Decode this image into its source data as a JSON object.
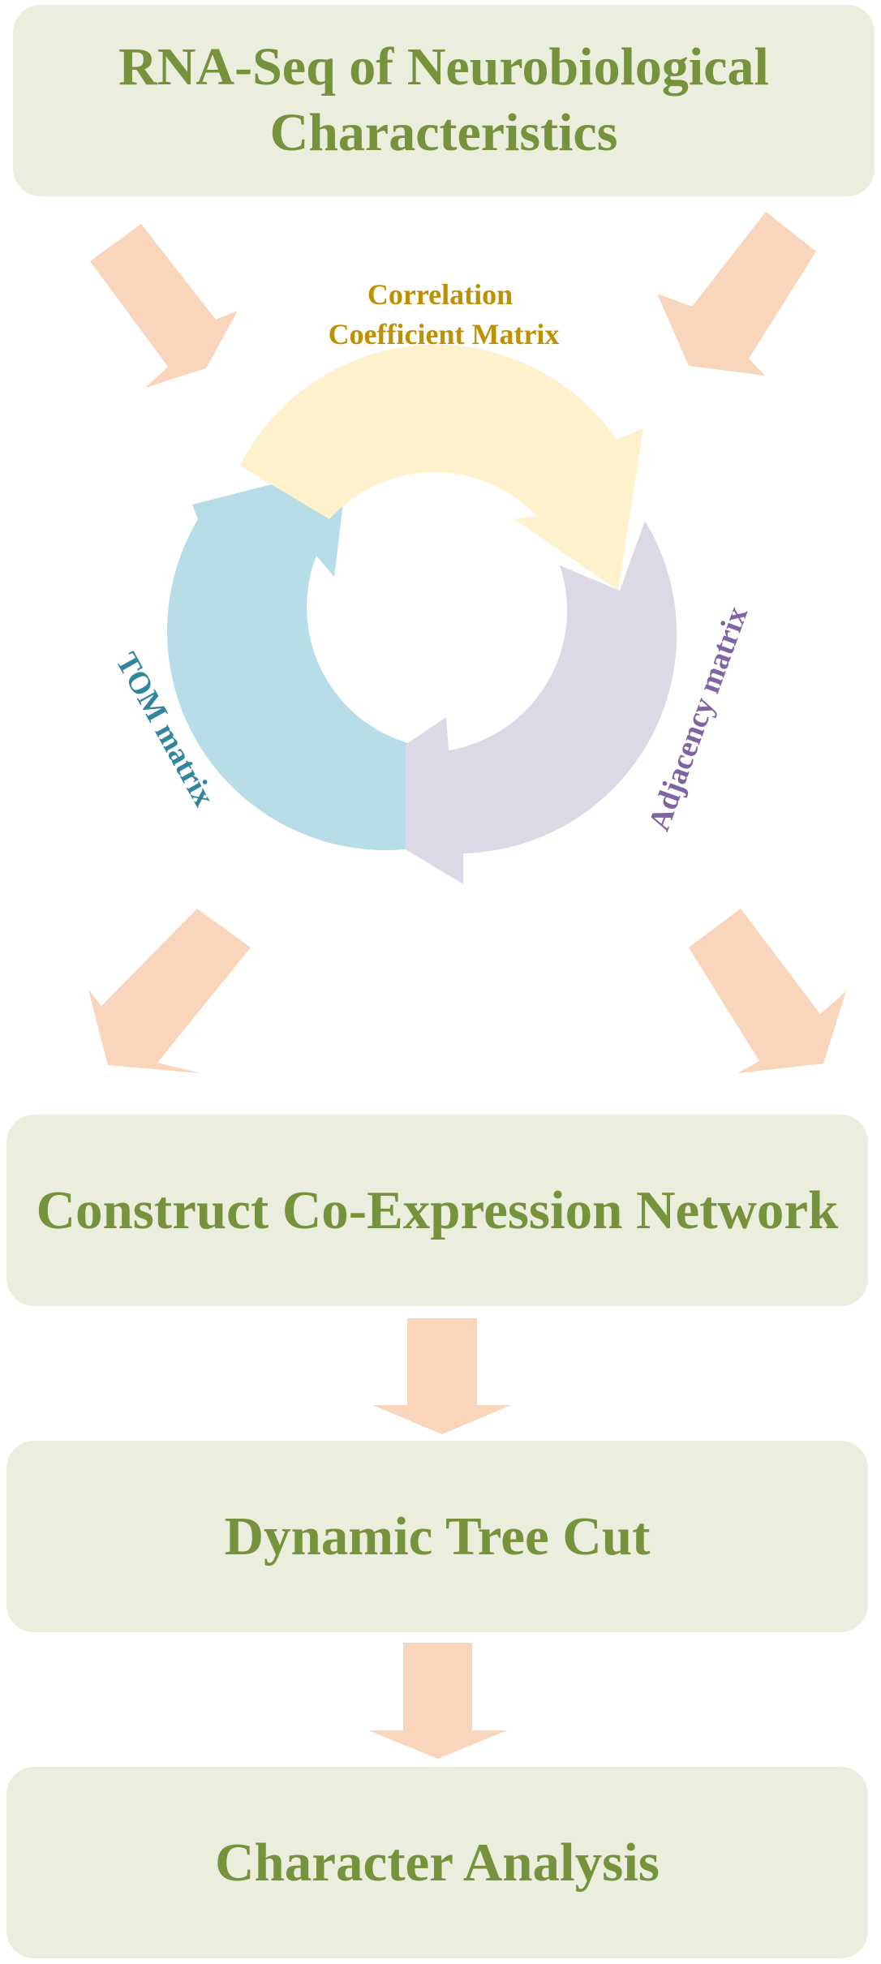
{
  "steps": {
    "rna_seq": {
      "line1": "RNA-Seq of Neurobiological",
      "line2": "Characteristics"
    },
    "construct": "Construct Co-Expression Network",
    "tree_cut": "Dynamic Tree Cut",
    "analysis": "Character Analysis"
  },
  "cycle": {
    "correlation": {
      "line1": "Correlation",
      "line2": "Coefficient Matrix"
    },
    "adjacency": "Adjacency matrix",
    "tom": "TOM matrix"
  },
  "colors": {
    "box_fill": "#ebeedd",
    "box_text": "#76923c",
    "arrow": "#f9d5bb",
    "correlation_arc": "#fff1cc",
    "correlation_text": "#bf9000",
    "adjacency_arc": "#ddd8e6",
    "adjacency_text": "#8064a2",
    "tom_arc": "#b7dde8",
    "tom_text": "#31859c"
  }
}
